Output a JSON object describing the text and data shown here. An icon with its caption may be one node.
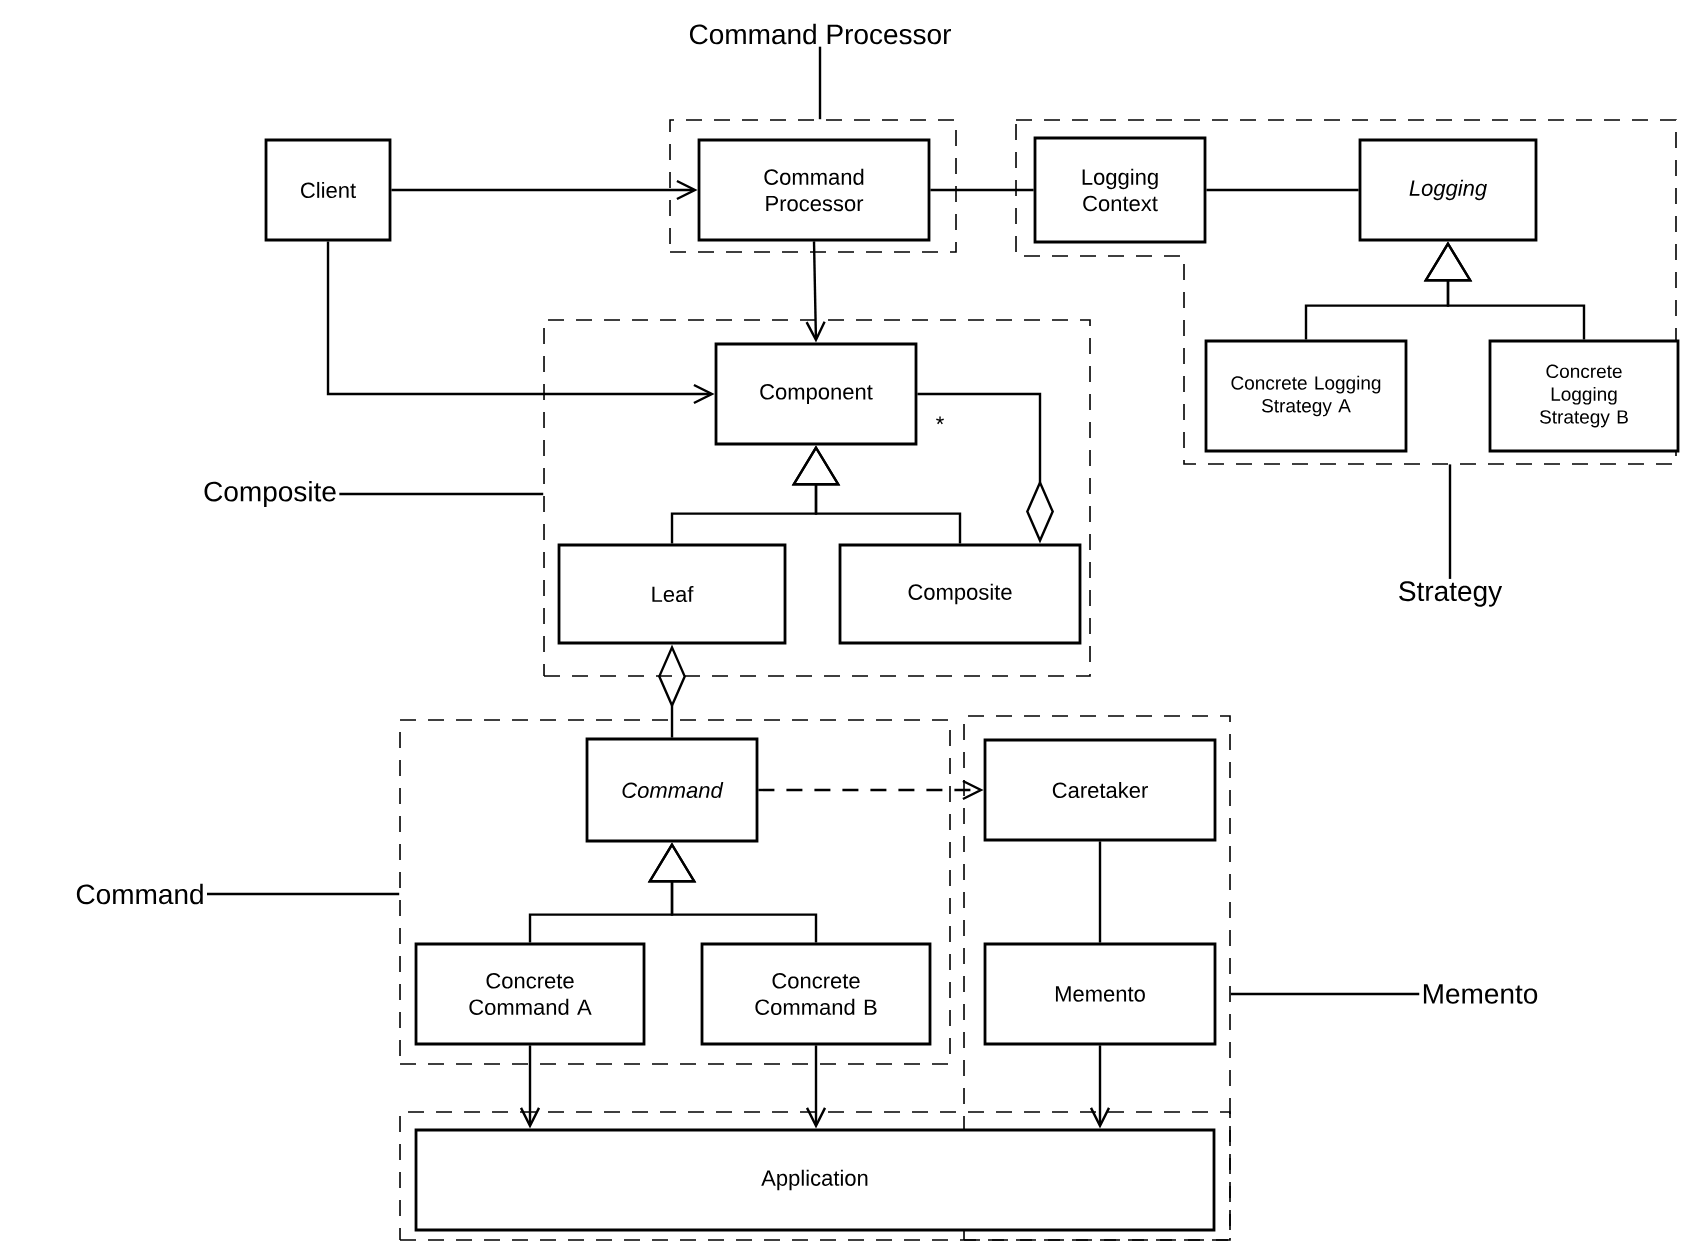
{
  "diagram": {
    "nodes": [
      {
        "text": [
          "Command Processor"
        ]
      },
      {
        "text": [],
        "shape": "box"
      },
      {
        "text": [
          "Client"
        ]
      },
      {
        "text": [
          "Command Processor"
        ],
        "in": 1
      },
      {
        "text": [
          "Logging Context"
        ],
        "in": 6
      },
      {
        "text": [
          "Logging"
        ],
        "in": 6
      },
      {
        "text": [],
        "shape": "box"
      },
      {
        "text": [
          "Concrete Logging Strategy A"
        ],
        "in": 6
      },
      {
        "text": [
          "Concrete Logging Strategy B"
        ],
        "in": 6
      },
      {
        "text": [
          "Strategy"
        ]
      },
      {
        "text": [],
        "shape": "box"
      },
      {
        "text": [
          "Component"
        ],
        "in": 10
      },
      {
        "text": [
          "Leaf"
        ],
        "in": 10
      },
      {
        "text": [
          "Composite"
        ],
        "in": 10
      },
      {
        "text": [
          "Composite"
        ]
      },
      {
        "text": [],
        "shape": "box"
      },
      {
        "text": [
          "Command"
        ],
        "in": 15
      },
      {
        "text": [
          "Concrete Command A"
        ],
        "in": 15
      },
      {
        "text": [
          "Concrete Command B"
        ],
        "in": 15
      },
      {
        "text": [
          "Command"
        ]
      },
      {
        "text": [],
        "shape": "box"
      },
      {
        "text": [
          "Caretaker"
        ],
        "in": 20
      },
      {
        "text": [
          "Memento"
        ],
        "in": 20
      },
      {
        "text": [
          "Memento"
        ]
      },
      {
        "text": [],
        "shape": "box"
      },
      {
        "text": [
          "Application"
        ],
        "in": 24
      }
    ],
    "edges": [
      {
        "from": 2,
        "to": 3,
        "arrow": "to"
      },
      {
        "from": 2,
        "to": 11,
        "arrow": "to"
      },
      {
        "from": 3,
        "to": 11,
        "arrow": "to"
      },
      {
        "from": 3,
        "to": 4,
        "arrow": "none"
      },
      {
        "from": 4,
        "to": 5,
        "arrow": "none"
      },
      {
        "from": 7,
        "to": 5,
        "arrow": "to"
      },
      {
        "from": 8,
        "to": 5,
        "arrow": "to"
      },
      {
        "from": 13,
        "to": 11,
        "arrow": "other",
        "label": "*"
      },
      {
        "from": 12,
        "to": 11,
        "arrow": "to"
      },
      {
        "from": 13,
        "to": 11,
        "arrow": "to"
      },
      {
        "from": 12,
        "to": 16,
        "arrow": "other"
      },
      {
        "from": 16,
        "to": 21,
        "arrow": "to",
        "style": "dashed"
      },
      {
        "from": 17,
        "to": 16,
        "arrow": "to"
      },
      {
        "from": 18,
        "to": 16,
        "arrow": "to"
      },
      {
        "from": 21,
        "to": 22,
        "arrow": "none"
      },
      {
        "from": 17,
        "to": 25,
        "arrow": "to"
      },
      {
        "from": 18,
        "to": 25,
        "arrow": "to"
      },
      {
        "from": 22,
        "to": 25,
        "arrow": "to"
      },
      {
        "from": 0,
        "to": 1,
        "arrow": "none"
      },
      {
        "from": 14,
        "to": 10,
        "arrow": "none"
      },
      {
        "from": 9,
        "to": 6,
        "arrow": "none"
      },
      {
        "from": 19,
        "to": 15,
        "arrow": "none"
      },
      {
        "from": 23,
        "to": 20,
        "arrow": "none"
      }
    ]
  }
}
